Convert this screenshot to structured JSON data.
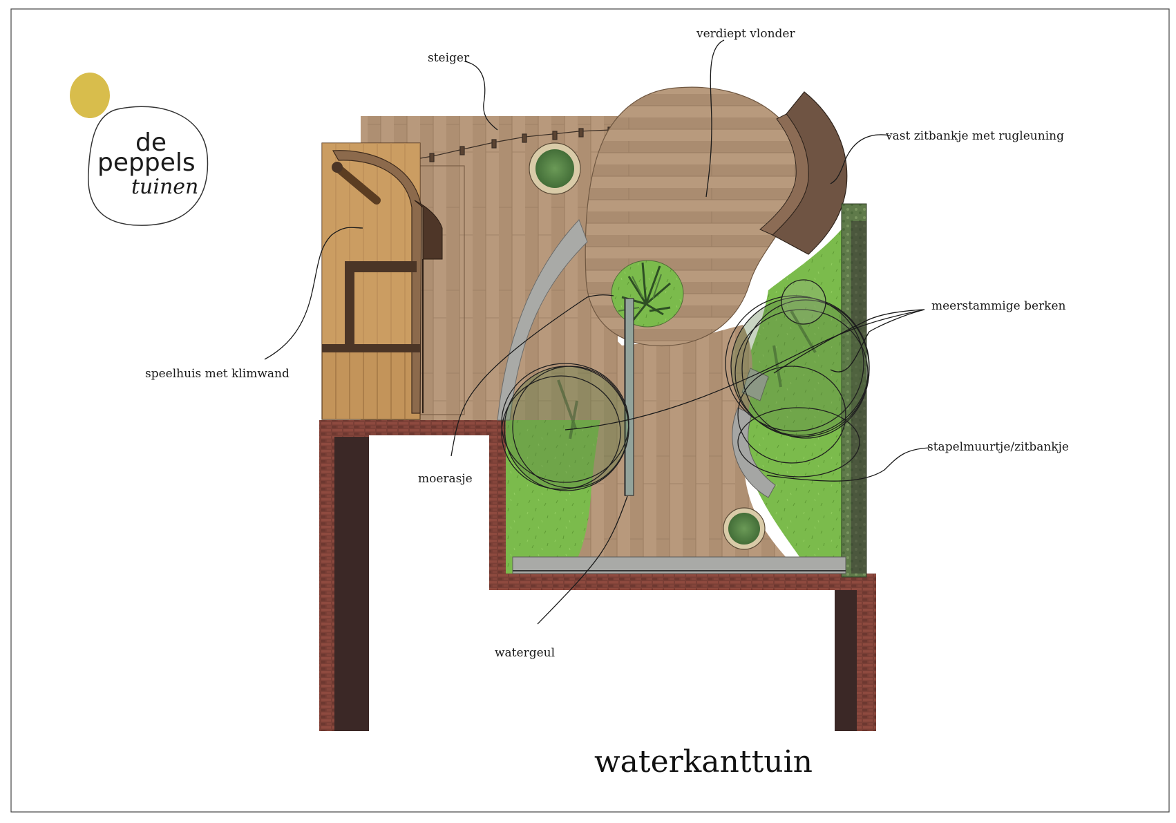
{
  "logo": {
    "line1": "de",
    "line2": "peppels",
    "line3": "tuinen",
    "dot_color": "#d8bd4c"
  },
  "title": "waterkanttuin",
  "labels": {
    "steiger": "steiger",
    "verdiept_vlonder": "verdiept vlonder",
    "zitbankje": "vast zitbankje met rugleuning",
    "berken": "meerstammige berken",
    "speelhuis": "speelhuis met klimwand",
    "stapelmuurtje": "stapelmuurtje/zitbankje",
    "moerasje": "moerasje",
    "watergeul": "watergeul"
  },
  "colors": {
    "wood": "#b39477",
    "wood_dark": "#9a7a5e",
    "grass": "#78b84a",
    "brick": "#7a3f36",
    "brick_dark": "#3b2826",
    "stone": "#a8a8a6",
    "playhouse": "#c49457"
  }
}
